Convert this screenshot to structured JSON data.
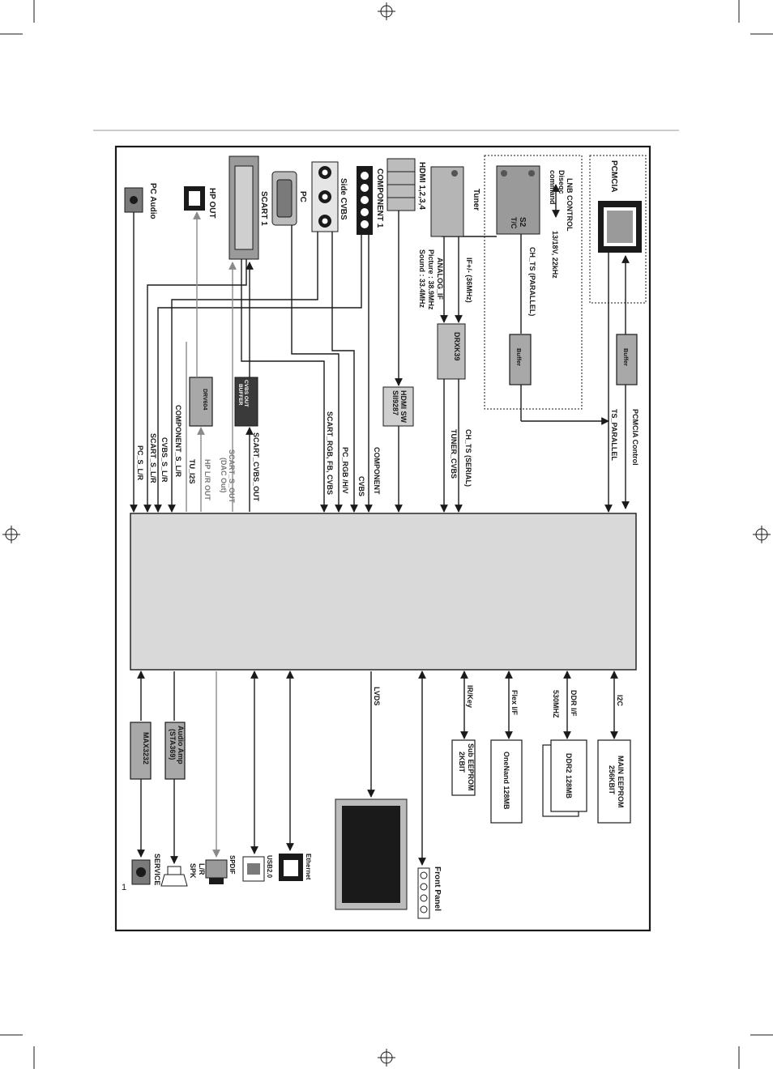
{
  "diagram": {
    "pcmcia": "PCMCIA",
    "pcmcia_control": "PCMCIA Control",
    "ts_parallel": "TS_PARALLEL",
    "buffer_top": "Buffer",
    "buffer_mid": "Buffer",
    "lnb_control": "LNB CONTROL",
    "diseqc": "Diseqc",
    "command": "command",
    "lnb_voltage": "13/18V, 22kHz",
    "s2": "S2",
    "tc": "T/C",
    "ch_ts_parallel": "CH_TS (PARALLEL)",
    "tuner": "Tuner",
    "if": "IF+/- (36MHz)",
    "analog_if": "ANALOG_IF",
    "picture": "Picture : 38.9MHz",
    "sound": "Sound : 33.4MHz",
    "drxk39": "DRXK39",
    "ch_ts_serial": "CH_TS (SERIAL)",
    "tuner_cvbs": "TUNER_CVBS",
    "hdmi": "HDMI 1,2,3,4",
    "hdmi_sw_1": "HDMI SW",
    "hdmi_sw_2": "SII9287",
    "component1": "COMPONENT 1",
    "component": "COMPONENT",
    "cvbs": "CVBS",
    "side_cvbs": "Side CVBS",
    "pc": "PC",
    "pc_rgb": "PC_RGB /H/V",
    "scart_rgb": "SCART_RGB, FB, CVBS",
    "scart1": "SCART 1",
    "scart_cvbs_out": "SCART_CVBS_OUT",
    "cvbs_out_buffer_1": "CVBS OUT",
    "cvbs_out_buffer_2": "BUFFER",
    "scart_s_out": "SCART_S_OUT",
    "dac_out": "(DAC Out)",
    "hp_out": "HP OUT",
    "drv604": "DRV604",
    "hp_lr_out": "HP L/R OUT",
    "tu_i2s": "TU_I2S",
    "component_s_lr": "COMPONENT_S_L/R",
    "cvbs_s_lr": "CVBS_S_L/R",
    "scart_s_lr": "SCART_S_L/R",
    "pc_s_lr": "PC_S_L/R",
    "pc_audio": "PC Audio",
    "i2c": "I2C",
    "main_eeprom_1": "MAIN EEPROM",
    "main_eeprom_2": "256KBIT",
    "ddr_if": "DDR I/F",
    "ddr_freq": "530MHZ",
    "ddr2_1": "DDR2 128MB",
    "flex_if": "Flex I/F",
    "onenand": "OneNand 128MB",
    "ir_key": "IR/Key",
    "sub_eeprom_1": "Sub EEPROM",
    "sub_eeprom_2": "2KBIT",
    "lvds": "LVDS",
    "front_panel": "Front Panel",
    "ethernet": "Ethernet",
    "usb": "USB2.0",
    "spdif": "SPDIF",
    "lr": "L/R",
    "spk": "SPK",
    "audio_amp_1": "Audio Amp",
    "audio_amp_2": "(STA369)",
    "max3232": "MAX3232",
    "service": "SERVICE"
  },
  "page": {
    "number": "1"
  },
  "colors": {
    "ink": "#1a1a1a",
    "fill": "#a8a8a8",
    "dark": "#3a3a3a",
    "gray_line": "#8a8a8a"
  }
}
